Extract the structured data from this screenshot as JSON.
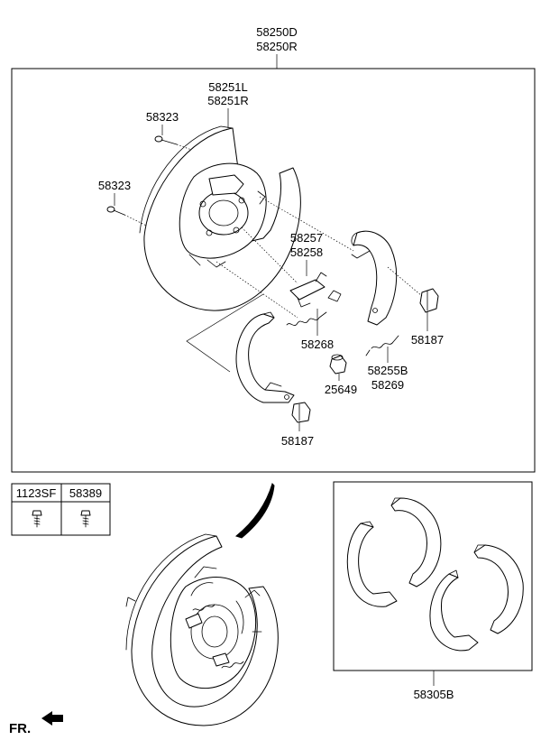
{
  "labels": {
    "assembly_d": "58250D",
    "assembly_r": "58250R",
    "backing_plate_l": "58251L",
    "backing_plate_r": "58251R",
    "pin_upper": "58323",
    "pin_lower": "58323",
    "spring_a": "58257",
    "spring_b": "58258",
    "lever_clip": "58187",
    "lever_clip_lower": "58187",
    "strut_spring": "58268",
    "adjuster_a": "58255B",
    "adjuster_b": "58269",
    "plug": "25649",
    "shoe_kit": "58305B"
  },
  "parts_table": {
    "headers": [
      "1123SF",
      "58389"
    ]
  },
  "direction_marker": "FR."
}
